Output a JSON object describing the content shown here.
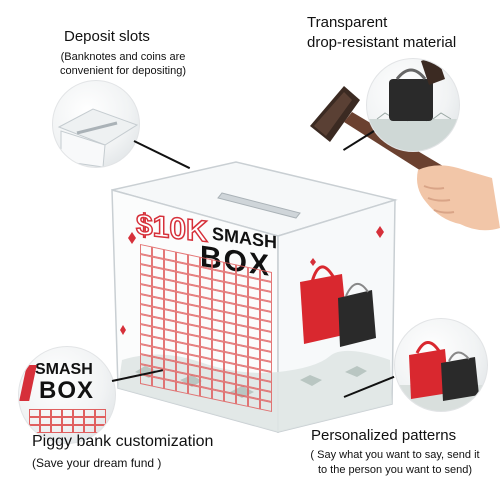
{
  "callouts": {
    "deposit": {
      "title": "Deposit slots",
      "sub_line1": "(Banknotes and coins are",
      "sub_line2": "convenient for depositing)"
    },
    "transparent": {
      "title_line1": "Transparent",
      "title_line2": "drop-resistant material"
    },
    "piggy": {
      "title": "Piggy bank customization",
      "sub": "(Save your dream fund )"
    },
    "patterns": {
      "title": "Personalized patterns",
      "sub_line1": "( Say what you want to say, send it",
      "sub_line2": "to the person you want to send)"
    }
  },
  "box_print": {
    "amount": "$10K",
    "word1": "SMASH",
    "word2": "BOX"
  },
  "inset_print": {
    "word1": "SMASH",
    "word2": "BOX"
  },
  "colors": {
    "accent_red": "#d6303a",
    "text": "#111111",
    "bag_red": "#d9282f",
    "bag_black": "#2a2a2a"
  }
}
